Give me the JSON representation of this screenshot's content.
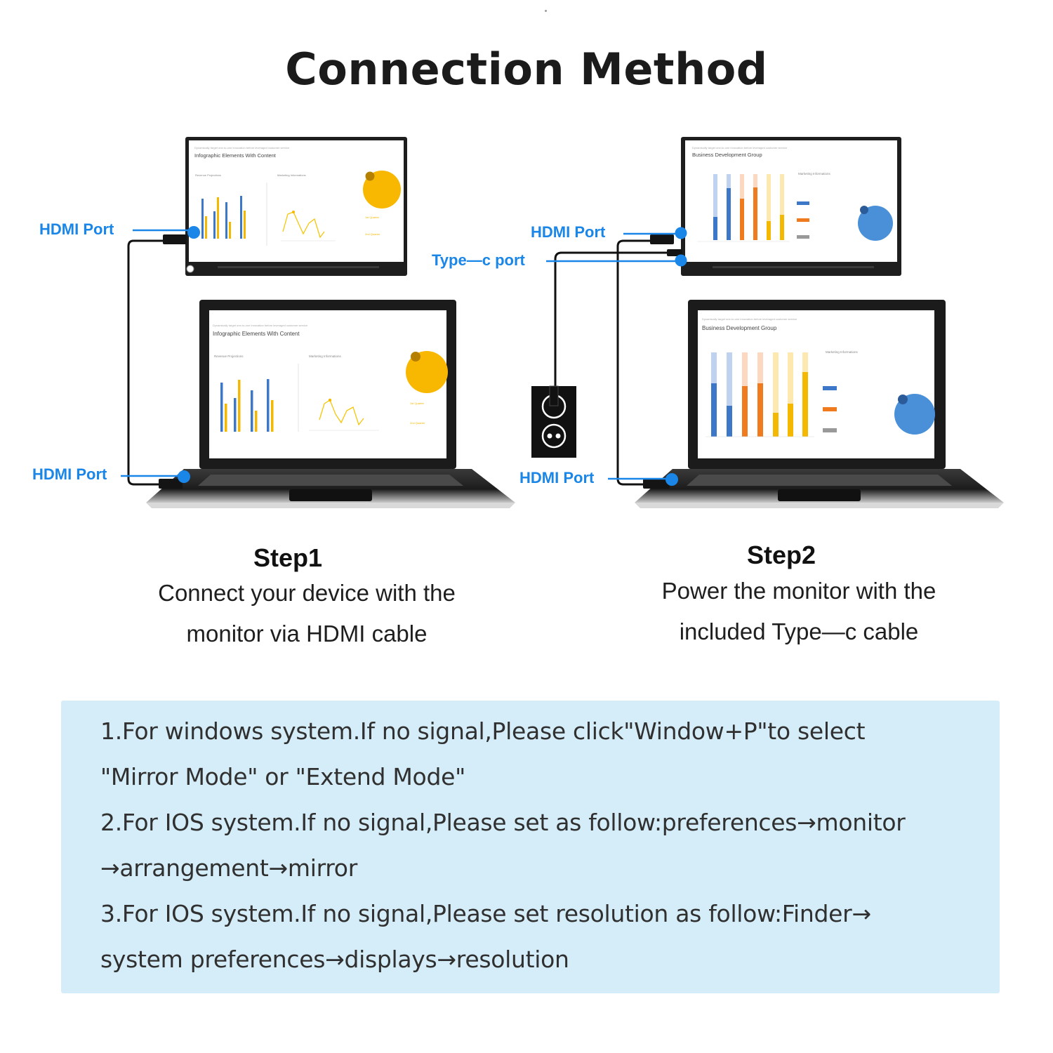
{
  "title": "Connection Method",
  "labels": {
    "hdmi_port": "HDMI Port",
    "typec_port": "Type—c port"
  },
  "step1": {
    "title": "Step1",
    "line1": "Connect your device with the",
    "line2": "monitor via HDMI cable"
  },
  "step2": {
    "title": "Step2",
    "line1": "Power the monitor with the",
    "line2": "included Type—c cable"
  },
  "notes": {
    "n1a": "1.For windows system.If no signal,Please click\"Window+P\"to select",
    "n1b": "\"Mirror Mode\" or \"Extend Mode\"",
    "n2a": "2.For IOS system.If no signal,Please set as follow:preferences→monitor",
    "n2b": "→arrangement→mirror",
    "n3a": "3.For IOS system.If no signal,Please set resolution as follow:Finder→",
    "n3b": "system preferences→displays→resolution"
  },
  "screens": {
    "infographic_title": "Infographic Elements With Content",
    "business_title": "Business Development Group"
  },
  "colors": {
    "accent_blue": "#1a86e8",
    "note_bg": "#d5edf8",
    "chart_blue": "#3d78c8",
    "chart_yellow": "#f5b800",
    "chart_orange": "#f07b1e"
  }
}
